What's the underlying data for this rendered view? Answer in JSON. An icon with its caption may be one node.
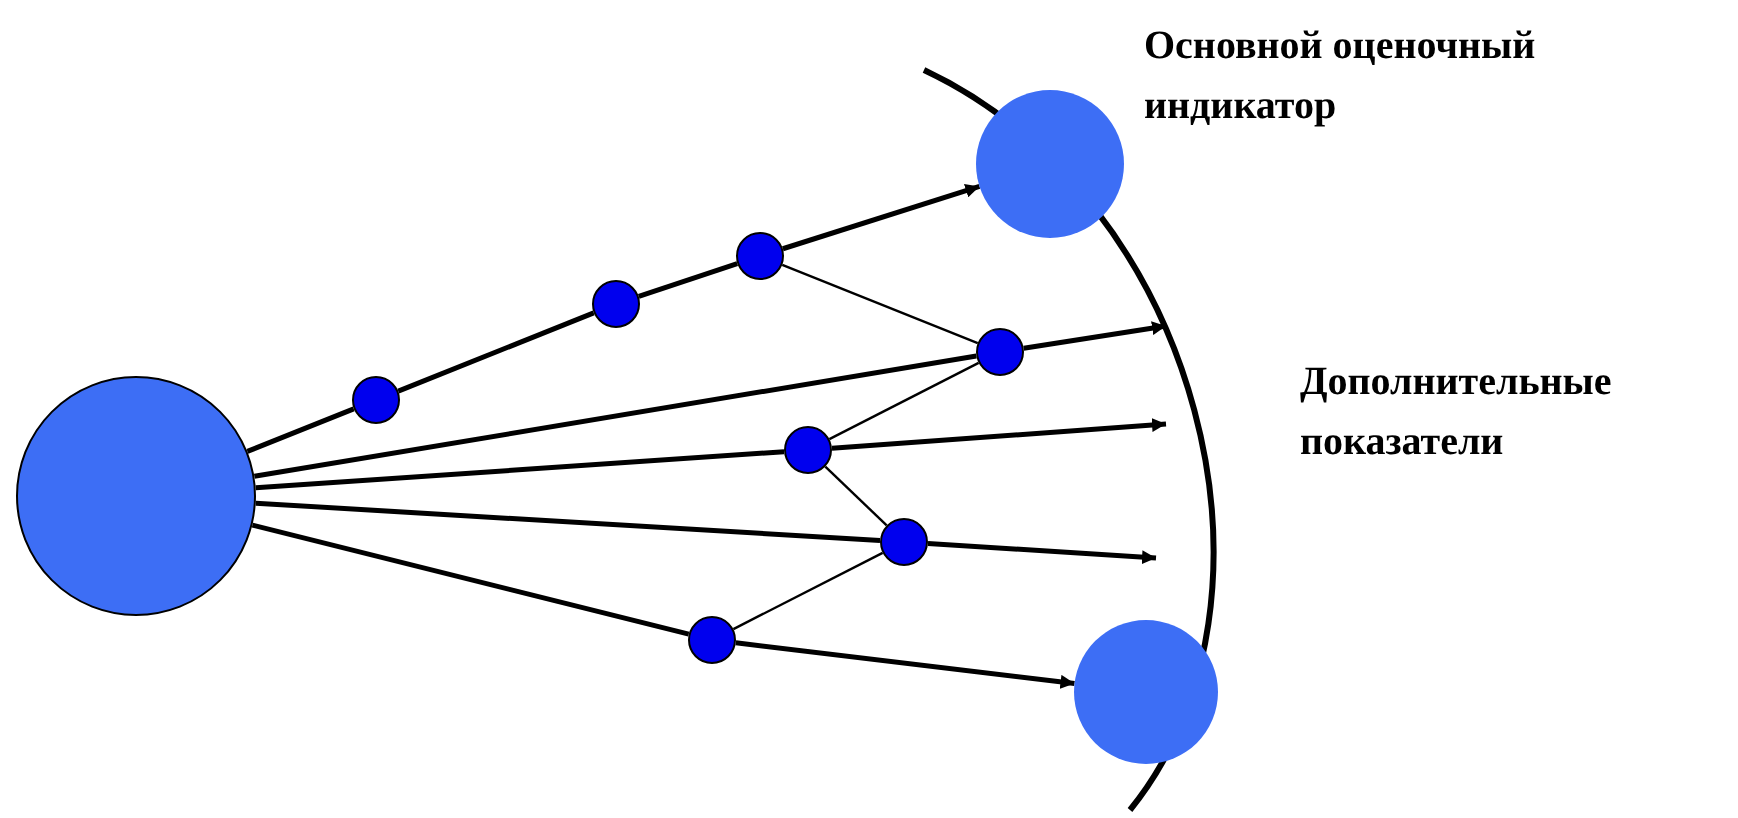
{
  "diagram": {
    "nodes": [
      {
        "text": [],
        "shape": "circle"
      },
      {
        "text": [],
        "shape": "circle"
      },
      {
        "text": [],
        "shape": "circle"
      },
      {
        "text": [],
        "shape": "circle"
      },
      {
        "text": [],
        "shape": "circle"
      },
      {
        "text": [],
        "shape": "circle"
      },
      {
        "text": [],
        "shape": "circle"
      },
      {
        "text": [],
        "shape": "circle"
      },
      {
        "text": [],
        "shape": "circle"
      },
      {
        "text": [],
        "shape": "circle"
      }
    ],
    "edges": [
      {
        "from": 0,
        "to": 3,
        "arrow": "none"
      },
      {
        "from": 3,
        "to": 4,
        "arrow": "none"
      },
      {
        "from": 4,
        "to": 5,
        "arrow": "none"
      },
      {
        "from": 5,
        "to": 1,
        "arrow": "to"
      },
      {
        "from": 0,
        "to": 6,
        "arrow": "none"
      },
      {
        "from": 6,
        "to": null,
        "arrow": "to"
      },
      {
        "from": 0,
        "to": 7,
        "arrow": "none"
      },
      {
        "from": 7,
        "to": null,
        "arrow": "to"
      },
      {
        "from": 0,
        "to": 8,
        "arrow": "none"
      },
      {
        "from": 8,
        "to": null,
        "arrow": "to"
      },
      {
        "from": 0,
        "to": 9,
        "arrow": "none"
      },
      {
        "from": 9,
        "to": 2,
        "arrow": "to"
      },
      {
        "from": 5,
        "to": 6,
        "arrow": "none"
      },
      {
        "from": 6,
        "to": 7,
        "arrow": "none"
      },
      {
        "from": 7,
        "to": 8,
        "arrow": "none"
      },
      {
        "from": 8,
        "to": 9,
        "arrow": "none"
      }
    ],
    "labels": [
      "Основной оценочный индикатор",
      "Дополнительные показатели"
    ]
  }
}
